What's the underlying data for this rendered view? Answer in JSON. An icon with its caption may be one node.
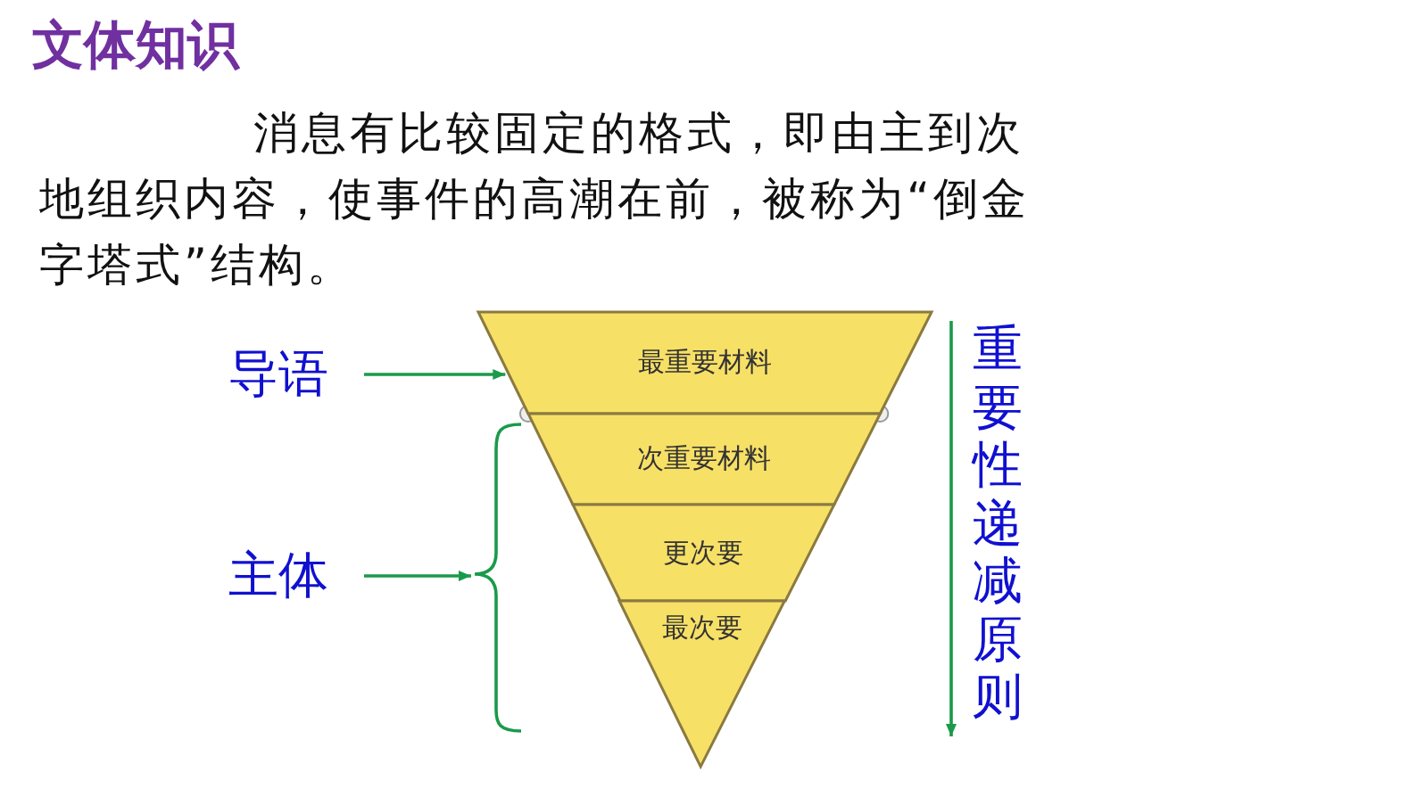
{
  "diagram": {
    "title": "文体知识",
    "nodes": [
      {
        "text": [
          "导语"
        ]
      },
      {
        "text": [
          "主体"
        ]
      },
      {
        "text": [
          "最重要材料"
        ]
      },
      {
        "text": [
          "次重要材料"
        ]
      },
      {
        "text": [
          "更次要"
        ]
      },
      {
        "text": [
          "最次要"
        ]
      },
      {
        "text": [],
        "shape": "bracket"
      }
    ],
    "edges": [
      {
        "from": 0,
        "to": 2,
        "arrow": "to"
      },
      {
        "from": 1,
        "to": 6,
        "arrow": "to"
      }
    ],
    "labels": [
      "消息有比较固定的格式，即由主到次地组织内容，使事件的高潮在前，被称为“倒金字塔式”结构。",
      "重要性递减原则"
    ]
  }
}
